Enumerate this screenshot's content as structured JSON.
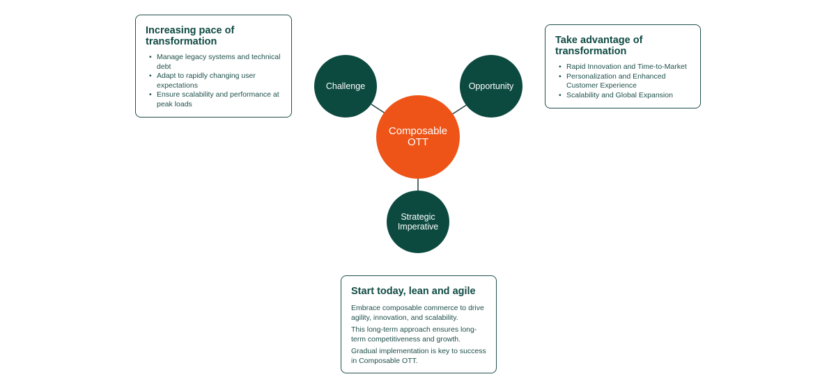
{
  "colors": {
    "dark_node": "#0c4a40",
    "center_node": "#ee5317",
    "connector": "#1f3d39",
    "card_border": "#1d4f4a",
    "text": "#0f4a43"
  },
  "nodes": {
    "center": "Composable\nOTT",
    "challenge": "Challenge",
    "opportunity": "Opportunity",
    "imperative": "Strategic\nImperative"
  },
  "cards": {
    "challenge": {
      "title": "Increasing pace of transformation",
      "items": [
        "Manage legacy systems and technical debt",
        "Adapt to rapidly changing user expectations",
        "Ensure scalability and performance at peak loads"
      ]
    },
    "opportunity": {
      "title": "Take advantage of transformation",
      "items": [
        "Rapid Innovation and Time-to-Market",
        "Personalization and Enhanced Customer Experience",
        "Scalability and Global Expansion"
      ]
    },
    "imperative": {
      "title": "Start today, lean and agile",
      "paragraphs": [
        "Embrace composable commerce to drive agility, innovation, and scalability.",
        "This long-term approach ensures long-term competitiveness and growth.",
        "Gradual implementation is key to success in Composable OTT."
      ]
    }
  }
}
